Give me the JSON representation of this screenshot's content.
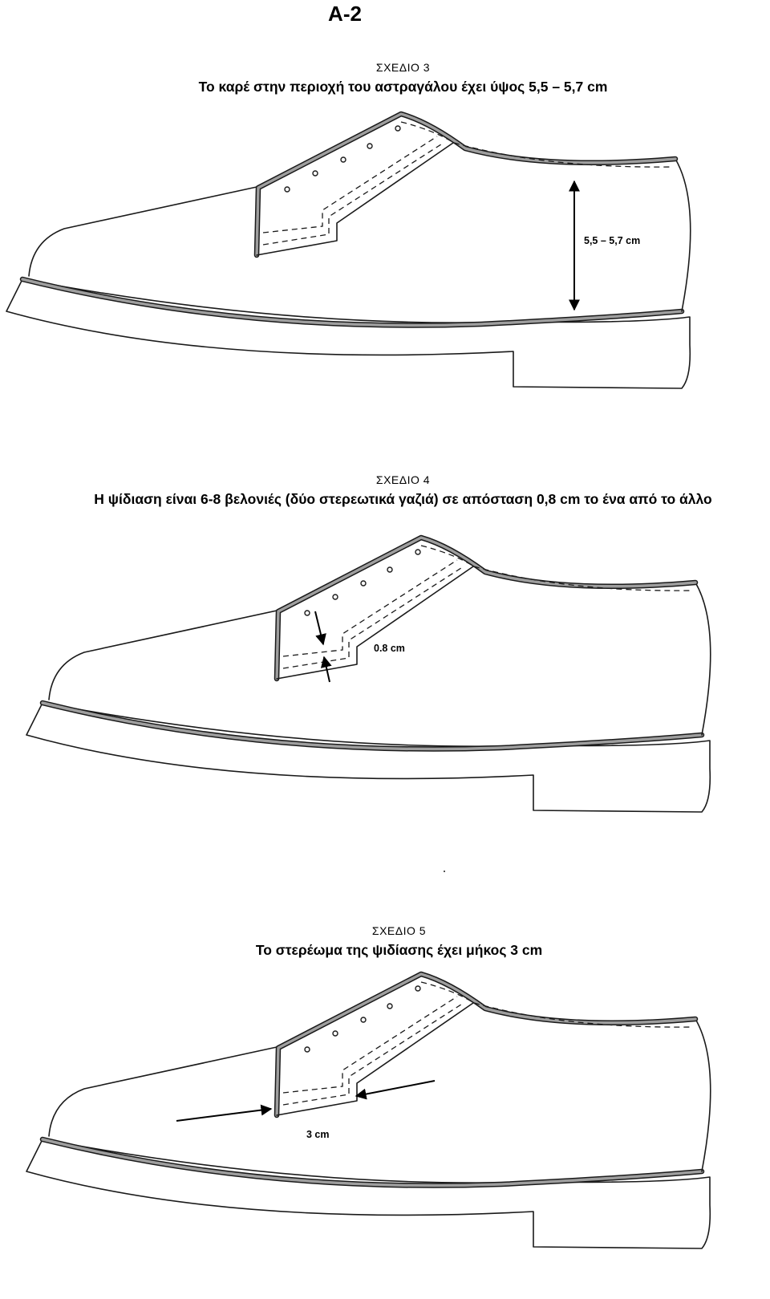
{
  "page_title": "A-2",
  "figures": [
    {
      "label": "ΣΧΕΔΙΟ 3",
      "caption": "Το καρέ στην περιοχή του αστραγάλου έχει ύψος 5,5 – 5,7 cm",
      "measurement": "5,5 – 5,7 cm"
    },
    {
      "label": "ΣΧΕΔΙΟ 4",
      "caption": "Η ψίδιαση είναι 6-8 βελονιές (δύο στερεωτικά γαζιά) σε απόσταση  0,8 cm το ένα από το άλλο",
      "measurement": "0.8 cm"
    },
    {
      "label": "ΣΧΕΔΙΟ 5",
      "caption": "Το στερέωμα της ψιδίασης έχει μήκος  3 cm",
      "measurement": "3 cm"
    }
  ]
}
